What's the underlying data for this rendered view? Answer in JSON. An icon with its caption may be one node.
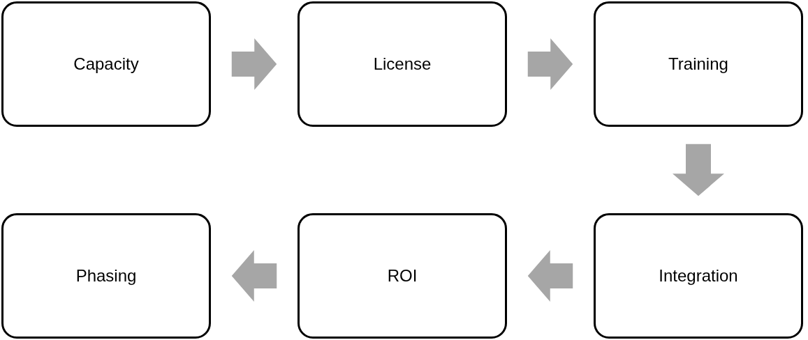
{
  "diagram": {
    "nodes": [
      {
        "text": [
          "Capacity"
        ]
      },
      {
        "text": [
          "License"
        ]
      },
      {
        "text": [
          "Training"
        ]
      },
      {
        "text": [
          "Integration"
        ]
      },
      {
        "text": [
          "ROI"
        ]
      },
      {
        "text": [
          "Phasing"
        ]
      }
    ],
    "edges": [
      {
        "from": 0,
        "to": 1,
        "arrow": "to"
      },
      {
        "from": 1,
        "to": 2,
        "arrow": "to"
      },
      {
        "from": 2,
        "to": 3,
        "arrow": "to"
      },
      {
        "from": 3,
        "to": 4,
        "arrow": "to"
      },
      {
        "from": 4,
        "to": 5,
        "arrow": "to"
      }
    ]
  }
}
